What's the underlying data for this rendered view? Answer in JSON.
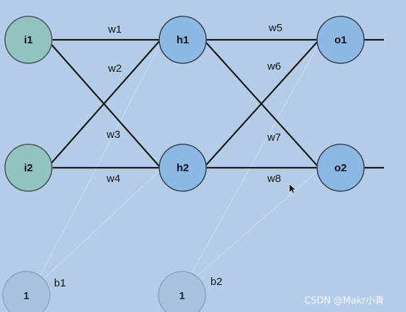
{
  "nodes": {
    "i1": "i1",
    "i2": "i2",
    "h1": "h1",
    "h2": "h2",
    "o1": "o1",
    "o2": "o2",
    "bias1_value": "1",
    "bias2_value": "1"
  },
  "weights": {
    "w1": "w1",
    "w2": "w2",
    "w3": "w3",
    "w4": "w4",
    "w5": "w5",
    "w6": "w6",
    "w7": "w7",
    "w8": "w8"
  },
  "biases": {
    "b1": "b1",
    "b2": "b2"
  },
  "watermark": "CSDN @Makr小青",
  "colors": {
    "background": "#b4cce8",
    "input_node": "#92c3be",
    "hidden_output_node": "#8db8e4",
    "bias_node": "#a9c1dc",
    "edge": "#1a1a1a"
  }
}
